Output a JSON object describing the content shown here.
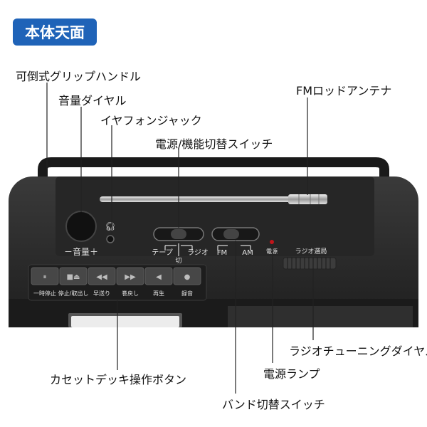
{
  "section_badge": "本体天面",
  "callouts": {
    "handle": "可倒式グリップハンドル",
    "volume": "音量ダイヤル",
    "earphone": "イヤフォンジャック",
    "power_switch": "電源/機能切替スイッチ",
    "antenna": "FMロッドアンテナ",
    "tuning_dial": "ラジオチューニングダイヤル",
    "power_lamp": "電源ランプ",
    "cassette_buttons": "カセットデッキ操作ボタン",
    "band_switch": "バンド切替スイッチ"
  },
  "device_labels": {
    "volume_range": "－音量＋",
    "tape": "テープ",
    "off": "切",
    "radio": "ラジオ",
    "fm": "FM",
    "am": "AM",
    "power": "電源",
    "radio_tuning": "ラジオ選局"
  },
  "cassette_buttons": [
    {
      "label": "一時停止",
      "icon": "pause-icon"
    },
    {
      "label": "停止/取出し",
      "icon": "stop-eject-icon"
    },
    {
      "label": "早送り",
      "icon": "rewind-icon"
    },
    {
      "label": "巻戻し",
      "icon": "fast-forward-icon"
    },
    {
      "label": "再生",
      "icon": "play-icon"
    },
    {
      "label": "録音",
      "icon": "record-icon"
    }
  ],
  "colors": {
    "badge_bg": "#1f63b8",
    "device_body": "#2b2b2b",
    "power_lamp": "#c0151a"
  }
}
